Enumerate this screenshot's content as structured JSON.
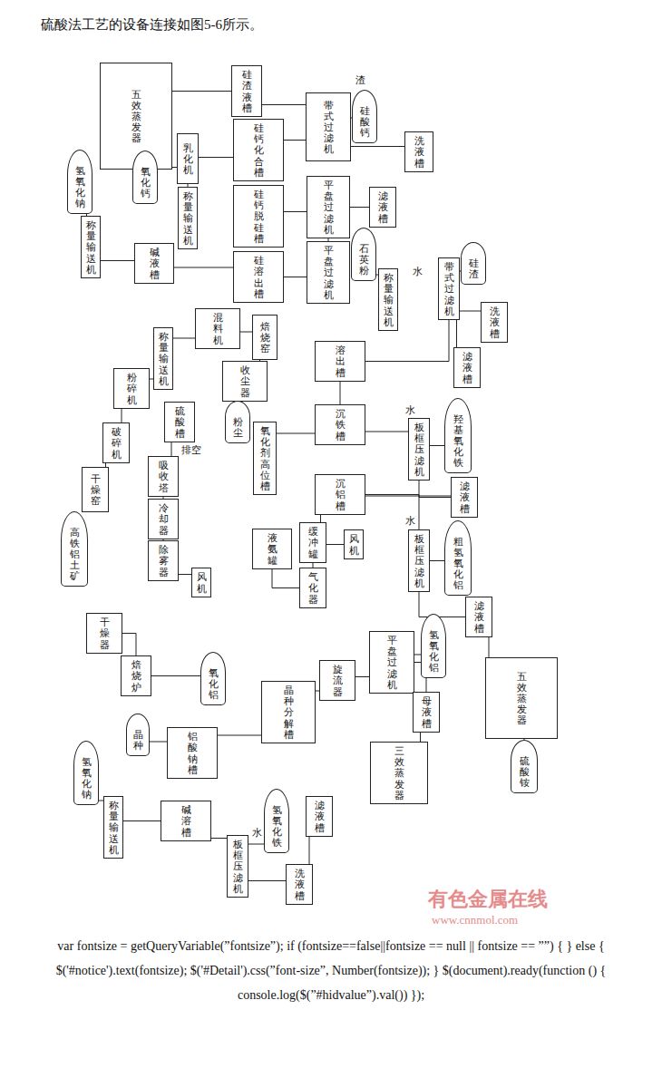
{
  "diagram": {
    "title": "硫酸法工艺的设备连接如图5-6所示。",
    "nodes": [
      {
        "text": [
          "五效蒸发器"
        ]
      },
      {
        "text": [
          "硅渣液槽"
        ]
      },
      {
        "text": [
          "乳化机"
        ]
      },
      {
        "text": [
          "硅钙化合槽"
        ]
      },
      {
        "text": [
          "带式过滤机"
        ]
      },
      {
        "text": [
          "硅酸钙"
        ]
      },
      {
        "text": [
          "洗液槽"
        ]
      },
      {
        "text": [
          "氧化钙"
        ]
      },
      {
        "text": [
          "称量输送机"
        ]
      },
      {
        "text": [
          "氢氧化钠"
        ]
      },
      {
        "text": [
          "称量输送机"
        ]
      },
      {
        "text": [
          "硅钙脱硅槽"
        ]
      },
      {
        "text": [
          "平盘过滤机"
        ]
      },
      {
        "text": [
          "滤液槽"
        ]
      },
      {
        "text": [
          "碱液槽"
        ]
      },
      {
        "text": [
          "硅溶出槽"
        ]
      },
      {
        "text": [
          "平盘过滤机"
        ]
      },
      {
        "text": [
          "石英粉"
        ]
      },
      {
        "text": [
          "称量输送机"
        ]
      },
      {
        "text": [
          "硅渣"
        ]
      },
      {
        "text": [
          "带式过滤机"
        ]
      },
      {
        "text": [
          "混料机"
        ]
      },
      {
        "text": [
          "焙烧窑"
        ]
      },
      {
        "text": [
          "称量输送机"
        ]
      },
      {
        "text": [
          "收尘器"
        ]
      },
      {
        "text": [
          "粉尘"
        ]
      },
      {
        "text": [
          "粉碎机"
        ]
      },
      {
        "text": [
          "硫酸槽"
        ]
      },
      {
        "text": [
          "破碎机"
        ]
      },
      {
        "text": [
          "干燥窑"
        ]
      },
      {
        "text": [
          "吸收塔"
        ]
      },
      {
        "text": [
          "冷却器"
        ]
      },
      {
        "text": [
          "除雾器"
        ]
      },
      {
        "text": [
          "风机"
        ]
      },
      {
        "text": [
          "高铁铝土矿"
        ]
      },
      {
        "text": [
          "溶出槽"
        ]
      },
      {
        "text": [
          "洗液槽"
        ]
      },
      {
        "text": [
          "滤液槽"
        ]
      },
      {
        "text": [
          "沉铁槽"
        ]
      },
      {
        "text": [
          "氧化剂高位槽"
        ]
      },
      {
        "text": [
          "板框压滤机"
        ]
      },
      {
        "text": [
          "羟基氧化铁"
        ]
      },
      {
        "text": [
          "滤液槽"
        ]
      },
      {
        "text": [
          "沉铝槽"
        ]
      },
      {
        "text": [
          "缓冲罐"
        ]
      },
      {
        "text": [
          "风机"
        ]
      },
      {
        "text": [
          "液氨罐"
        ]
      },
      {
        "text": [
          "气化器"
        ]
      },
      {
        "text": [
          "板框压滤机"
        ]
      },
      {
        "text": [
          "粗氢氧化铝"
        ]
      },
      {
        "text": [
          "滤液槽"
        ]
      },
      {
        "text": [
          "五效蒸发器"
        ]
      },
      {
        "text": [
          "硫酸铵"
        ]
      },
      {
        "text": [
          "干燥器"
        ]
      },
      {
        "text": [
          "焙烧炉"
        ]
      },
      {
        "text": [
          "氧化铝"
        ]
      },
      {
        "text": [
          "晶种分解槽"
        ]
      },
      {
        "text": [
          "旋流器"
        ]
      },
      {
        "text": [
          "平盘过滤机"
        ]
      },
      {
        "text": [
          "氢氧化铝"
        ]
      },
      {
        "text": [
          "母液槽"
        ]
      },
      {
        "text": [
          "三效蒸发器"
        ]
      },
      {
        "text": [
          "晶种"
        ]
      },
      {
        "text": [
          "铝酸钠槽"
        ]
      },
      {
        "text": [
          "氢氧化钠"
        ]
      },
      {
        "text": [
          "称量输送机"
        ]
      },
      {
        "text": [
          "碱溶槽"
        ]
      },
      {
        "text": [
          "板框压滤机"
        ]
      },
      {
        "text": [
          "氢氧化铁"
        ]
      },
      {
        "text": [
          "滤液槽"
        ]
      },
      {
        "text": [
          "洗液槽"
        ]
      }
    ],
    "edges": [
      {
        "from": 1,
        "to": 0,
        "arrow": "none"
      },
      {
        "from": 2,
        "to": 3,
        "arrow": "none"
      },
      {
        "from": 7,
        "to": 2,
        "arrow": "none"
      },
      {
        "from": 8,
        "to": 2,
        "arrow": "none"
      },
      {
        "from": 3,
        "to": 4,
        "arrow": "none"
      },
      {
        "from": 4,
        "to": 5,
        "arrow": "none"
      },
      {
        "from": 4,
        "to": 1,
        "arrow": "none"
      },
      {
        "from": 4,
        "to": 6,
        "arrow": "none"
      },
      {
        "from": 9,
        "to": 10,
        "arrow": "none"
      },
      {
        "from": 10,
        "to": 14,
        "arrow": "none"
      },
      {
        "from": 14,
        "to": 15,
        "arrow": "none"
      },
      {
        "from": 15,
        "to": 16,
        "arrow": "none"
      },
      {
        "from": 17,
        "to": 18,
        "arrow": "none"
      },
      {
        "from": 16,
        "to": 12,
        "arrow": "none"
      },
      {
        "from": 11,
        "to": 12,
        "arrow": "none"
      },
      {
        "from": 12,
        "to": 13,
        "arrow": "none"
      },
      {
        "from": 20,
        "to": 19,
        "arrow": "none"
      },
      {
        "from": 35,
        "to": 20,
        "arrow": "none"
      },
      {
        "from": 20,
        "to": 36,
        "arrow": "none"
      },
      {
        "from": 20,
        "to": 37,
        "arrow": "none"
      },
      {
        "from": 23,
        "to": 21,
        "arrow": "none"
      },
      {
        "from": 21,
        "to": 22,
        "arrow": "none"
      },
      {
        "from": 22,
        "to": 24,
        "arrow": "none"
      },
      {
        "from": 24,
        "to": 25,
        "arrow": "none"
      },
      {
        "from": 26,
        "to": 23,
        "arrow": "none"
      },
      {
        "from": 28,
        "to": 26,
        "arrow": "none"
      },
      {
        "from": 29,
        "to": 28,
        "arrow": "none"
      },
      {
        "from": 34,
        "to": 29,
        "arrow": "none"
      },
      {
        "from": 30,
        "to": 31,
        "arrow": "none"
      },
      {
        "from": 31,
        "to": 32,
        "arrow": "none"
      },
      {
        "from": 32,
        "to": 33,
        "arrow": "none"
      },
      {
        "from": 30,
        "to": 27,
        "arrow": "none"
      },
      {
        "from": 35,
        "to": 38,
        "arrow": "none"
      },
      {
        "from": 38,
        "to": 40,
        "arrow": "none"
      },
      {
        "from": 40,
        "to": 41,
        "arrow": "none"
      },
      {
        "from": 40,
        "to": 42,
        "arrow": "none"
      },
      {
        "from": 39,
        "to": 38,
        "arrow": "none"
      },
      {
        "from": 42,
        "to": 43,
        "arrow": "none"
      },
      {
        "from": 43,
        "to": 48,
        "arrow": "none"
      },
      {
        "from": 48,
        "to": 49,
        "arrow": "none"
      },
      {
        "from": 48,
        "to": 50,
        "arrow": "none"
      },
      {
        "from": 50,
        "to": 51,
        "arrow": "none"
      },
      {
        "from": 51,
        "to": 52,
        "arrow": "none"
      },
      {
        "from": 45,
        "to": 44,
        "arrow": "none"
      },
      {
        "from": 44,
        "to": 43,
        "arrow": "none"
      },
      {
        "from": 46,
        "to": 47,
        "arrow": "none"
      },
      {
        "from": 47,
        "to": 44,
        "arrow": "none"
      },
      {
        "from": 53,
        "to": 54,
        "arrow": "none"
      },
      {
        "from": 54,
        "to": 55,
        "arrow": "none"
      },
      {
        "from": 56,
        "to": 57,
        "arrow": "none"
      },
      {
        "from": 57,
        "to": 58,
        "arrow": "none"
      },
      {
        "from": 58,
        "to": 59,
        "arrow": "none"
      },
      {
        "from": 58,
        "to": 60,
        "arrow": "none"
      },
      {
        "from": 60,
        "to": 61,
        "arrow": "none"
      },
      {
        "from": 63,
        "to": 56,
        "arrow": "none"
      },
      {
        "from": 62,
        "to": 63,
        "arrow": "none"
      },
      {
        "from": 64,
        "to": 65,
        "arrow": "none"
      },
      {
        "from": 65,
        "to": 66,
        "arrow": "none"
      },
      {
        "from": 66,
        "to": 67,
        "arrow": "none"
      },
      {
        "from": 67,
        "to": 68,
        "arrow": "none"
      },
      {
        "from": 67,
        "to": 70,
        "arrow": "none"
      },
      {
        "from": 70,
        "to": 69,
        "arrow": "none"
      }
    ],
    "labels": [
      "水",
      "渣",
      "排空",
      "水",
      "水",
      "水",
      "有色金属在线",
      "www.cnnmol.com",
      "var fontsize = getQueryVariable(”fontsize”); if (fontsize==false||fontsize == null || fontsize == ””) { } else { $('#notice').text(fontsize); $('#Detail').css(”font-size”, Number(fontsize)); } $(document).ready(function () { console.log($(”#hidvalue”).val()) });"
    ]
  }
}
